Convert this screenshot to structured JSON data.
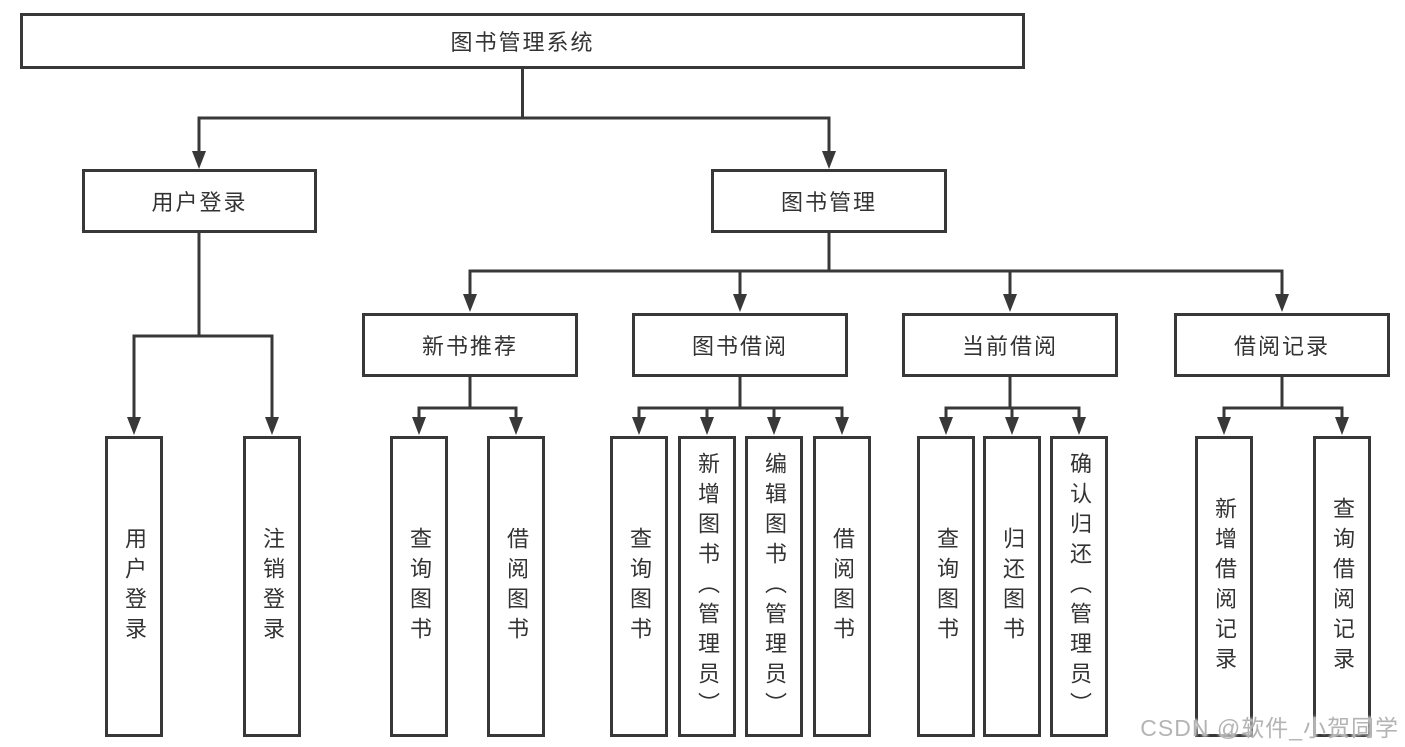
{
  "title": "图书管理系统",
  "tree": {
    "label": "图书管理系统",
    "children": [
      {
        "label": "用户登录",
        "children": [
          {
            "label": "用户登录"
          },
          {
            "label": "注销登录"
          }
        ]
      },
      {
        "label": "图书管理",
        "children": [
          {
            "label": "新书推荐",
            "children": [
              {
                "label": "查询图书"
              },
              {
                "label": "借阅图书"
              }
            ]
          },
          {
            "label": "图书借阅",
            "children": [
              {
                "label": "查询图书"
              },
              {
                "label": "新增图书（管理员）"
              },
              {
                "label": "编辑图书（管理员）"
              },
              {
                "label": "借阅图书"
              }
            ]
          },
          {
            "label": "当前借阅",
            "children": [
              {
                "label": "查询图书"
              },
              {
                "label": "归还图书"
              },
              {
                "label": "确认归还（管理员）"
              }
            ]
          },
          {
            "label": "借阅记录",
            "children": [
              {
                "label": "新增借阅记录"
              },
              {
                "label": "查询借阅记录"
              }
            ]
          }
        ]
      }
    ]
  },
  "watermark": "CSDN @软件_小贺同学",
  "colors": {
    "line": "#383838",
    "text": "#333333",
    "box_background": "#ffffff",
    "watermark": "#b4b4b4",
    "background": "#ffffff"
  }
}
